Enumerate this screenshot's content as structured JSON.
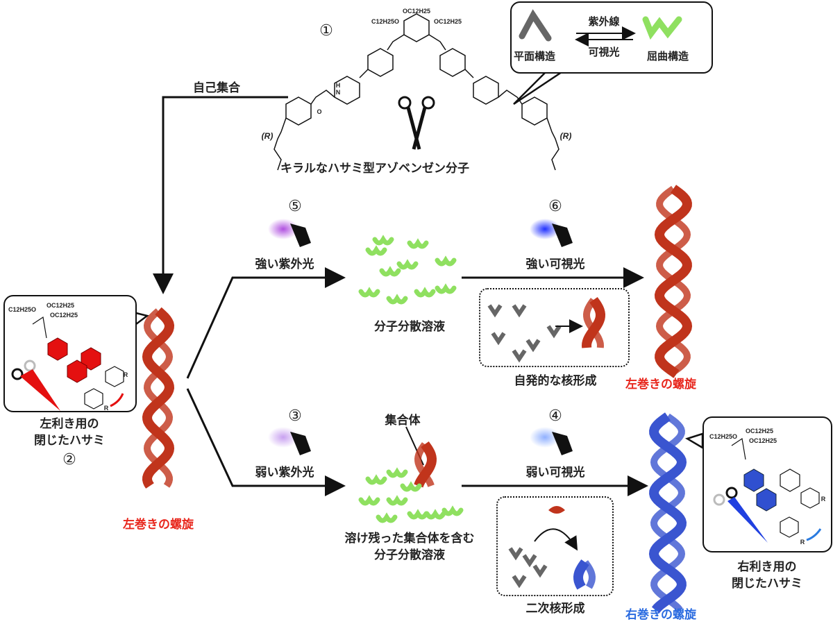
{
  "colors": {
    "red_helix": "#c0341c",
    "blue_helix": "#3a55d0",
    "green": "#8fe060",
    "gray": "#666666",
    "red_text": "#e8261c",
    "blue_text": "#2a6be0"
  },
  "top": {
    "step": "①",
    "caption": "キラルなハサミ型アゾベンゼン分子",
    "chem_labels": [
      "OC12H25",
      "C12H25O",
      "OC12H25",
      "(R)",
      "(R)",
      "N",
      "H",
      "O"
    ]
  },
  "legend": {
    "uv": "紫外線",
    "vis": "可視光",
    "planar": "平面構造",
    "bent": "屈曲構造"
  },
  "self_assembly": "自己集合",
  "left": {
    "label1": "左利き用の",
    "label2": "閉じたハサミ",
    "step": "②",
    "helix_label": "左巻きの螺旋",
    "chem": [
      "C12H25O",
      "OC12H25",
      "OC12H25",
      "R",
      "R"
    ]
  },
  "upper": {
    "step5": "⑤",
    "light5": "強い紫外光",
    "solution": "分子分散溶液",
    "step6": "⑥",
    "light6": "強い可視光",
    "nucleation": "自発的な核形成",
    "helix_label": "左巻きの螺旋"
  },
  "lower": {
    "step3": "③",
    "light3": "弱い紫外光",
    "aggregate": "集合体",
    "solution1": "溶け残った集合体を含む",
    "solution2": "分子分散溶液",
    "step4": "④",
    "light4": "弱い可視光",
    "nucleation": "二次核形成",
    "helix_label": "右巻きの螺旋"
  },
  "right": {
    "label1": "右利き用の",
    "label2": "閉じたハサミ",
    "chem": [
      "C12H25O",
      "OC12H25",
      "OC12H25",
      "R",
      "R"
    ]
  }
}
